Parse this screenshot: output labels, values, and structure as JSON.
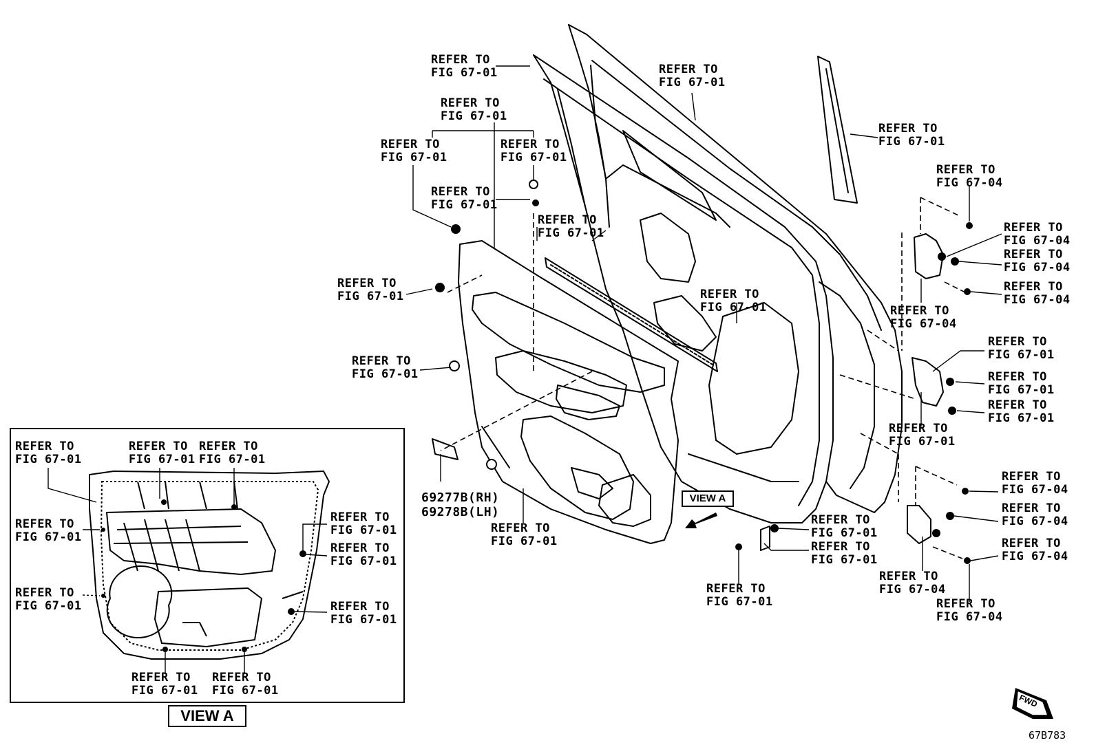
{
  "callouts": {
    "refer_to": "REFER TO",
    "fig_6701": "FIG 67-01",
    "fig_6704": "FIG 67-04"
  },
  "parts": {
    "part_rh": "69277B(RH)",
    "part_lh": "69278B(LH)"
  },
  "view_a_tag_main": "VIEW A",
  "view_a_tag_inset": "VIEW A",
  "fwd_label": "FWD",
  "diagram_code": "67B783"
}
